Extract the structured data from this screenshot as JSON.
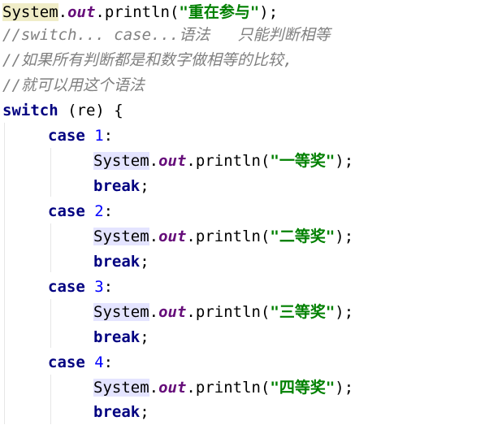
{
  "editor": {
    "line1": {
      "class_name": "System",
      "dot1": ".",
      "field": "out",
      "dot2": ".",
      "method": "println(",
      "string": "\"重在参与\"",
      "tail": ");"
    },
    "comment1": "//switch... case...语法   只能判断相等",
    "comment2": "//如果所有判断都是和数字做相等的比较,",
    "comment3": "//就可以用这个语法",
    "switch_line": {
      "keyword": "switch",
      "paren_open": " (",
      "var": "re",
      "paren_close": ") {"
    },
    "cases": [
      {
        "keyword": "case",
        "value": "1",
        "colon": ":",
        "class_name": "System",
        "field": "out",
        "method": "println(",
        "string": "\"一等奖\"",
        "tail": ");",
        "break_kw": "break",
        "semicolon": ";"
      },
      {
        "keyword": "case",
        "value": "2",
        "colon": ":",
        "class_name": "System",
        "field": "out",
        "method": "println(",
        "string": "\"二等奖\"",
        "tail": ");",
        "break_kw": "break",
        "semicolon": ";"
      },
      {
        "keyword": "case",
        "value": "3",
        "colon": ":",
        "class_name": "System",
        "field": "out",
        "method": "println(",
        "string": "\"三等奖\"",
        "tail": ");",
        "break_kw": "break",
        "semicolon": ";"
      },
      {
        "keyword": "case",
        "value": "4",
        "colon": ":",
        "class_name": "System",
        "field": "out",
        "method": "println(",
        "string": "\"四等奖\"",
        "tail": ");",
        "break_kw": "break",
        "semicolon": ";"
      }
    ]
  }
}
